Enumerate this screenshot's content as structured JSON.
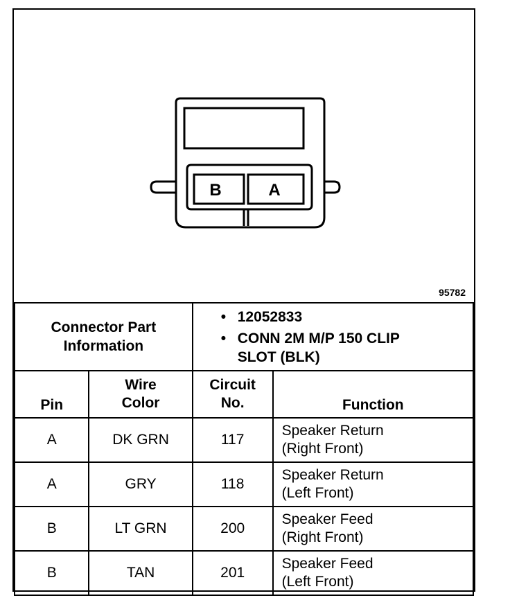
{
  "diagram": {
    "figure_number": "95782",
    "cavity_labels": {
      "left": "B",
      "right": "A"
    }
  },
  "connector_info": {
    "label": "Connector Part Information",
    "items": [
      "12052833",
      "CONN 2M M/P 150 CLIP SLOT (BLK)"
    ]
  },
  "table": {
    "headers": {
      "pin": "Pin",
      "wire_color": "Wire Color",
      "circuit": "Circuit No.",
      "function": "Function"
    },
    "rows": [
      {
        "pin": "A",
        "wire_color": "DK GRN",
        "circuit": "117",
        "function_line1": "Speaker Return",
        "function_line2": "(Right Front)"
      },
      {
        "pin": "A",
        "wire_color": "GRY",
        "circuit": "118",
        "function_line1": "Speaker Return",
        "function_line2": "(Left Front)"
      },
      {
        "pin": "B",
        "wire_color": "LT GRN",
        "circuit": "200",
        "function_line1": "Speaker Feed",
        "function_line2": "(Right Front)"
      },
      {
        "pin": "B",
        "wire_color": "TAN",
        "circuit": "201",
        "function_line1": "Speaker Feed",
        "function_line2": "(Left Front)"
      }
    ]
  }
}
